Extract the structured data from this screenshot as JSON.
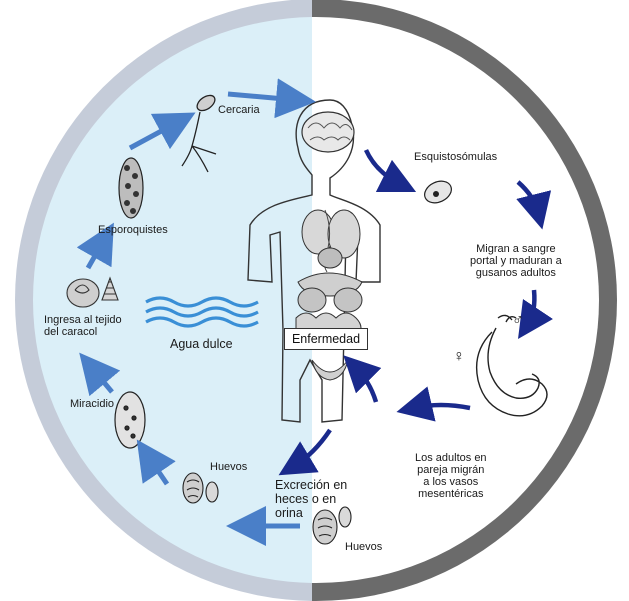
{
  "labels": {
    "cercaria": "Cercaria",
    "esporoquistes": "Esporoquistes",
    "snail_tissue": "Ingresa al tejido\ndel caracol",
    "fresh_water": "Agua dulce",
    "miracidio": "Miracidio",
    "eggs_top": "Huevos",
    "eggs_bottom": "Huevos",
    "excretion": "Excreción en\nheces o en\norina",
    "schistosomula": "Esquistosómulas",
    "migrate_blood": "Migran a sangre\nportal y maduran a\ngusanos adultos",
    "adults_pair": "Los adultos en\npareja migrán\na los vasos\nmesentéricas",
    "disease": "Enfermedad"
  },
  "symbols": {
    "male": "♂",
    "female": "♀"
  },
  "colors": {
    "left_ring": "#c5ccd9",
    "right_ring": "#6b6b6b",
    "left_fill": "#dbeff8",
    "right_fill": "#ffffff",
    "arrow_light": "#4a7fc8",
    "arrow_dark": "#1a2a8c",
    "water": "#3a8fd6"
  }
}
